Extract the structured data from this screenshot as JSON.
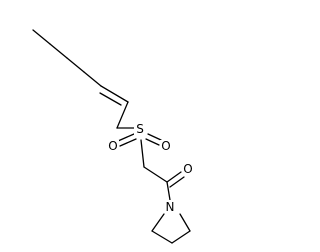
{
  "molecule": {
    "atoms": {
      "sulfur": "S",
      "oxygen_left": "O",
      "oxygen_right": "O",
      "oxygen_carbonyl": "O",
      "nitrogen": "N"
    },
    "colors": {
      "bond": "#000000",
      "label": "#000000",
      "background": "#ffffff"
    }
  }
}
